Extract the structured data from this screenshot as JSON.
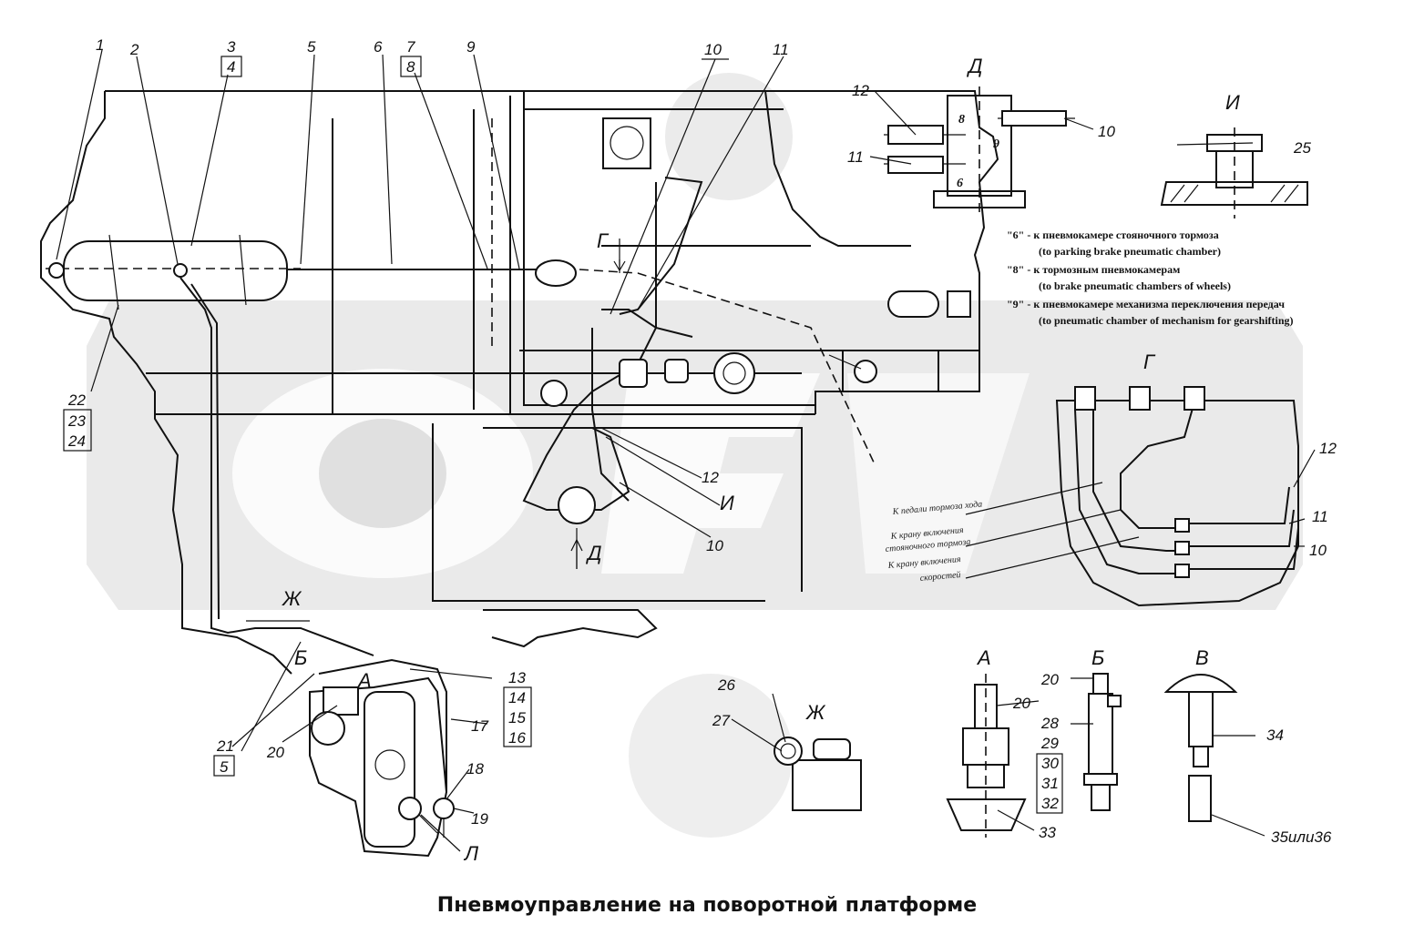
{
  "caption": "Пневмоуправление на поворотной платформе",
  "numbers": {
    "n1": "1",
    "n2": "2",
    "n3": "3",
    "n4": "4",
    "n5": "5",
    "n6": "6",
    "n7": "7",
    "n8": "8",
    "n9": "9",
    "n10": "10",
    "n11": "11",
    "n12": "12",
    "n13": "13",
    "n14": "14",
    "n15": "15",
    "n16": "16",
    "n17": "17",
    "n18": "18",
    "n19": "19",
    "n20": "20",
    "n21": "21",
    "n22": "22",
    "n23": "23",
    "n24": "24",
    "n25": "25",
    "n26": "26",
    "n27": "27",
    "n28": "28",
    "n29": "29",
    "n30": "30",
    "n31": "31",
    "n32": "32",
    "n33": "33",
    "n34": "34",
    "n35": "35или36"
  },
  "letters": {
    "A": "А",
    "B": "Б",
    "V": "В",
    "G": "Г",
    "D": "Д",
    "I": "И",
    "Zh": "Ж",
    "L": "Л"
  },
  "legend": {
    "l1": "\"6\" - к пневмокамере стояночного тормоза",
    "l1en": "(to parking brake pneumatic chamber)",
    "l2": "\"8\" - к тормозным пневмокамерам",
    "l2en": "(to brake pneumatic chambers of wheels)",
    "l3": "\"9\" - к пневмокамере механизма переключения передач",
    "l3en": "(to pneumatic chamber of mechanism for gearshifting)"
  },
  "marks": {
    "m6": "6",
    "m8": "8",
    "m9": "9"
  },
  "handwritten": {
    "h1": "К педали тормоза хода",
    "h2": "К крану включения",
    "h2b": "стояночного тормоза",
    "h3": "К крану включения",
    "h3b": "скоростей"
  },
  "watermark": "ОГЕЛ"
}
